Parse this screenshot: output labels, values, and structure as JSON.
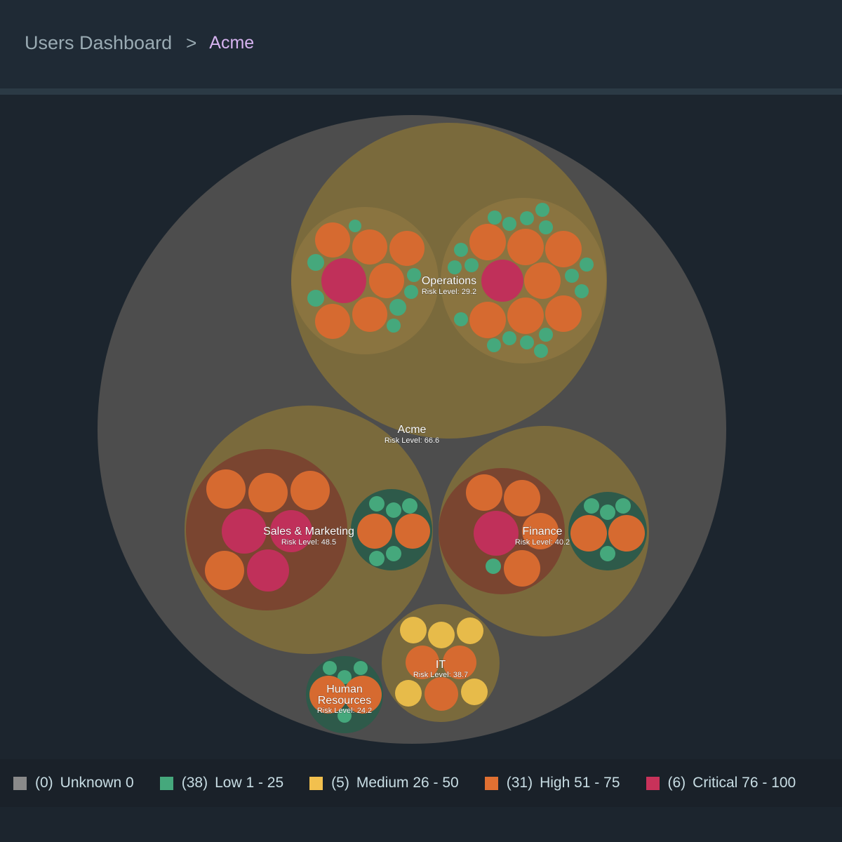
{
  "breadcrumb": {
    "root": "Users Dashboard",
    "separator": ">",
    "current": "Acme"
  },
  "nodes": {
    "acme": {
      "name": "Acme",
      "risk": "Risk Level: 66.6"
    },
    "operations": {
      "name": "Operations",
      "risk": "Risk Level: 29.2"
    },
    "sales": {
      "name": "Sales & Marketing",
      "risk": "Risk Level: 48.5"
    },
    "finance": {
      "name": "Finance",
      "risk": "Risk Level: 40.2"
    },
    "it": {
      "name": "IT",
      "risk": "Risk Level: 38.7"
    },
    "hr": {
      "name": "Human Resources",
      "name_line1": "Human",
      "name_line2": "Resources",
      "risk": "Risk Level: 24.2"
    }
  },
  "legend": [
    {
      "count": "(0)",
      "label": "Unknown 0",
      "color": "#8a8a8a"
    },
    {
      "count": "(38)",
      "label": "Low 1 - 25",
      "color": "#45a87c"
    },
    {
      "count": "(5)",
      "label": "Medium 26 - 50",
      "color": "#f2c04e"
    },
    {
      "count": "(31)",
      "label": "High 51 - 75",
      "color": "#e07032"
    },
    {
      "count": "(6)",
      "label": "Critical 76 - 100",
      "color": "#c8325a"
    }
  ],
  "colors": {
    "low": "#45a87c",
    "medium": "#e7bb4a",
    "high": "#d66a30",
    "critical": "#c0305a",
    "group": "#7a6a3c",
    "subgroup": "#8a7440",
    "red_group": "#7a4530",
    "green_group": "#2e5a4a",
    "root": "#4d4d4d"
  }
}
